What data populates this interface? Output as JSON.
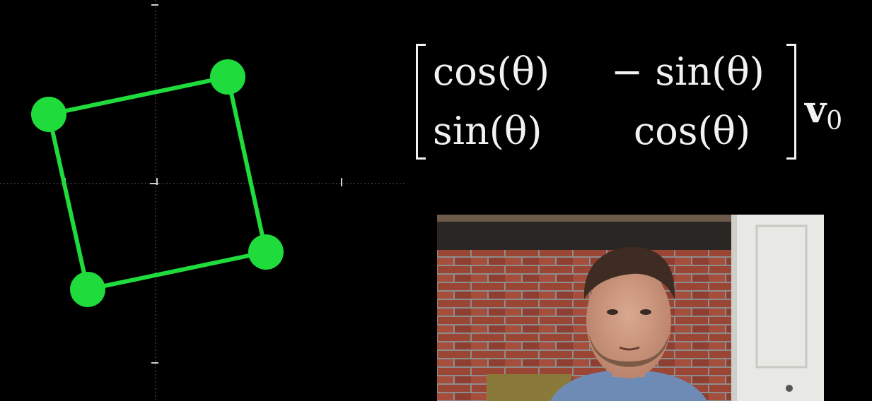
{
  "matrix": {
    "row1": {
      "col1": "cos(θ)",
      "col2": "− sin(θ)"
    },
    "row2": {
      "col1": "sin(θ)",
      "col2": "cos(θ)"
    }
  },
  "vector": {
    "symbol": "v",
    "subscript": "0"
  },
  "colors": {
    "background": "#000000",
    "shape": "#1fdc3c",
    "text": "#f2f2f2",
    "axis": "#8a8a8a",
    "brick": "#9b4535",
    "mortar": "#8d8d8d",
    "mantel": "#2a2624",
    "door": "#e8e8e4",
    "shirt": "#6e8bb6"
  },
  "icons": {
    "shape_vertices": "green-dot-icon",
    "person": "presenter-figure"
  }
}
